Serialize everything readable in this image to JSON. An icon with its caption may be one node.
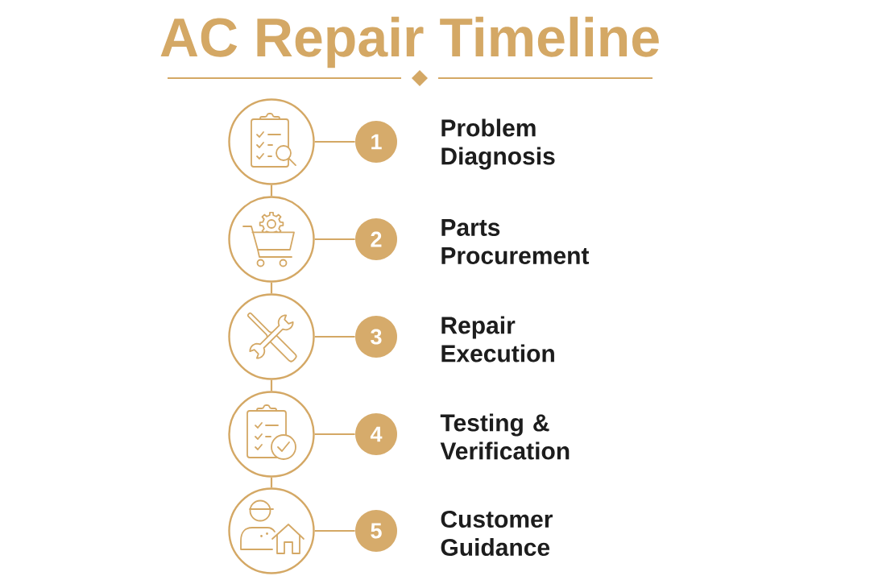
{
  "diagram": {
    "title": "AC Repair Timeline",
    "nodes": [
      {
        "text": [],
        "shape": "circle"
      },
      {
        "text": [
          "1"
        ],
        "beside": [
          "Problem Diagnosis"
        ]
      },
      {
        "text": [],
        "shape": "circle"
      },
      {
        "text": [
          "2"
        ],
        "beside": [
          "Parts Procurement"
        ]
      },
      {
        "text": [],
        "shape": "circle"
      },
      {
        "text": [
          "3"
        ],
        "beside": [
          "Repair Execution"
        ]
      },
      {
        "text": [],
        "shape": "circle"
      },
      {
        "text": [
          "4"
        ],
        "beside": [
          "Testing & Verification"
        ]
      },
      {
        "text": [],
        "shape": "circle"
      },
      {
        "text": [
          "5"
        ],
        "beside": [
          "Customer Guidance"
        ]
      }
    ],
    "edges": [
      {
        "from": 0,
        "to": 1,
        "arrow": "none"
      },
      {
        "from": 0,
        "to": 2,
        "arrow": "none"
      },
      {
        "from": 2,
        "to": 3,
        "arrow": "none"
      },
      {
        "from": 2,
        "to": 4,
        "arrow": "none"
      },
      {
        "from": 4,
        "to": 5,
        "arrow": "none"
      },
      {
        "from": 4,
        "to": 6,
        "arrow": "none"
      },
      {
        "from": 6,
        "to": 7,
        "arrow": "none"
      },
      {
        "from": 6,
        "to": 8,
        "arrow": "none"
      },
      {
        "from": 8,
        "to": 9,
        "arrow": "none"
      }
    ]
  }
}
